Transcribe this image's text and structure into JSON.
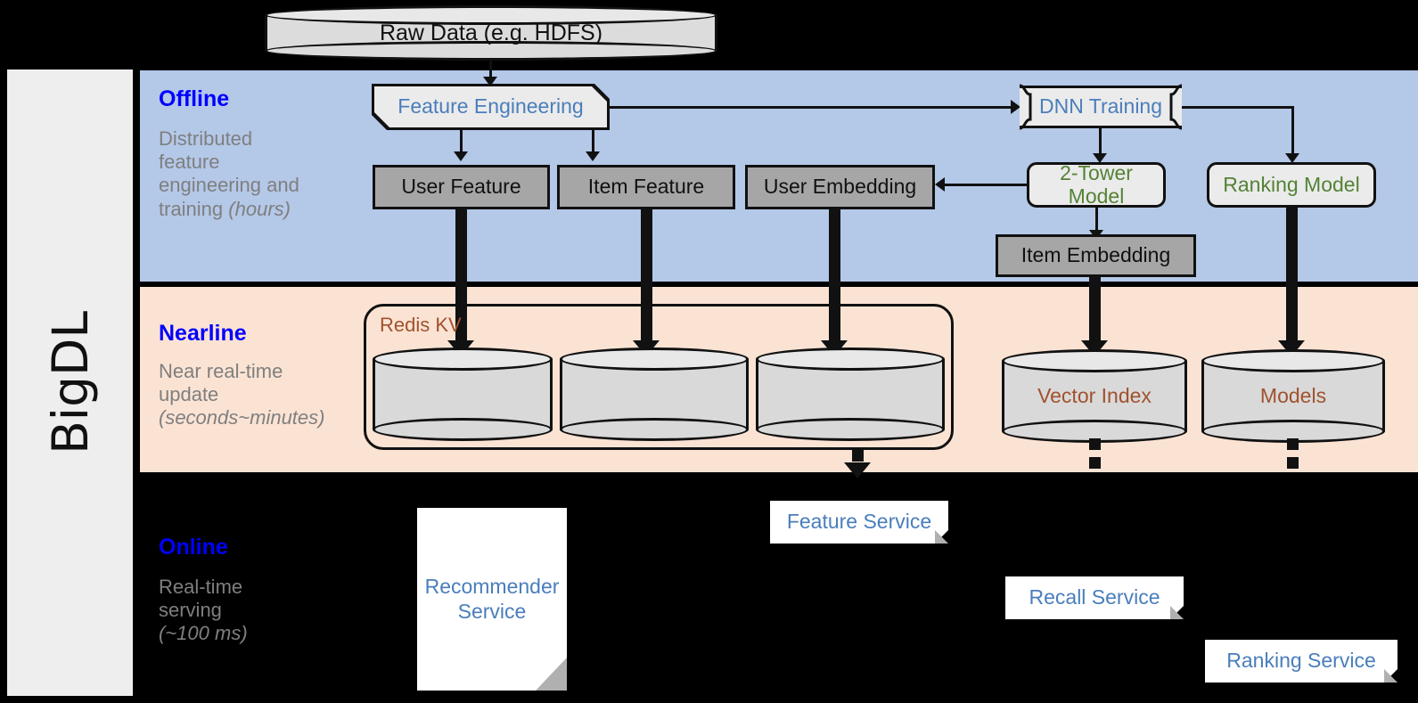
{
  "rail": {
    "label": "BigDL"
  },
  "top": {
    "raw_data": "Raw Data (e.g. HDFS)"
  },
  "bands": [
    {
      "id": "offline",
      "heading": "Offline",
      "subtitle_line1": "Distributed",
      "subtitle_line2": "feature",
      "subtitle_line3": "engineering and",
      "subtitle_line4": "training ",
      "subtitle_em": "(hours)",
      "background": "#b4c8e8"
    },
    {
      "id": "nearline",
      "heading": "Nearline",
      "subtitle_line1": "Near real-time",
      "subtitle_line2": "update",
      "subtitle_em": "(seconds~minutes)",
      "background": "#fbe3d4"
    },
    {
      "id": "online",
      "heading": "Online",
      "subtitle_line1": "Real-time",
      "subtitle_line2": "serving",
      "subtitle_em": "(~100 ms)",
      "background": "#000000"
    }
  ],
  "offline": {
    "feature_engineering": "Feature Engineering",
    "dnn_training": "DNN Training",
    "user_feature": "User Feature",
    "item_feature": "Item Feature",
    "user_embedding": "User Embedding",
    "two_tower_model": "2-Tower Model",
    "ranking_model": "Ranking Model",
    "item_embedding": "Item Embedding"
  },
  "nearline": {
    "redis_kv": "Redis KV",
    "store_1": "",
    "store_2": "",
    "store_3": "",
    "vector_index": "Vector Index",
    "models": "Models"
  },
  "online": {
    "recommender_service": "Recommender\nService",
    "recommender_service_l1": "Recommender",
    "recommender_service_l2": "Service",
    "feature_service": "Feature Service",
    "recall_service": "Recall Service",
    "ranking_service": "Ranking Service"
  },
  "colors": {
    "heading_blue": "#0000ff",
    "subtitle_grey": "#7f7f7f",
    "node_blue_text": "#4a7ebb",
    "node_green_text": "#548235",
    "node_brown_text": "#a0522d",
    "offline_band": "#b4c8e8",
    "nearline_band": "#fbe3d4",
    "online_band": "#000000",
    "grey_node": "#a6a6a6",
    "light_node": "#ebebeb",
    "rail_bg": "#eeeeee"
  }
}
